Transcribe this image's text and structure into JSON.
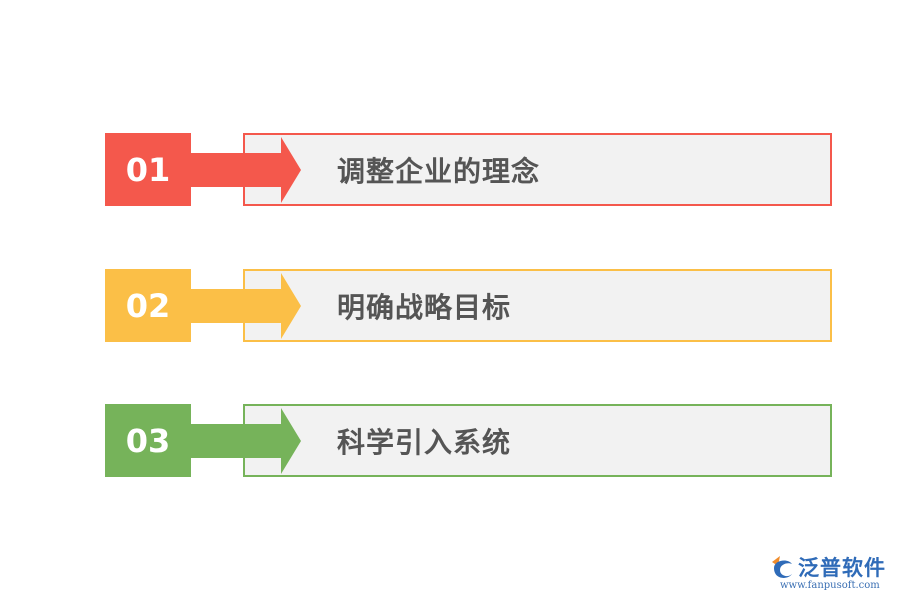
{
  "steps": [
    {
      "number": "01",
      "label": "调整企业的理念",
      "color": "#f4584c"
    },
    {
      "number": "02",
      "label": "明确战略目标",
      "color": "#fbbf47"
    },
    {
      "number": "03",
      "label": "科学引入系统",
      "color": "#76b35a"
    }
  ],
  "logo": {
    "icon": "fanpu-logo-icon",
    "name": "泛普软件",
    "url": "www.fanpusoft.com"
  }
}
